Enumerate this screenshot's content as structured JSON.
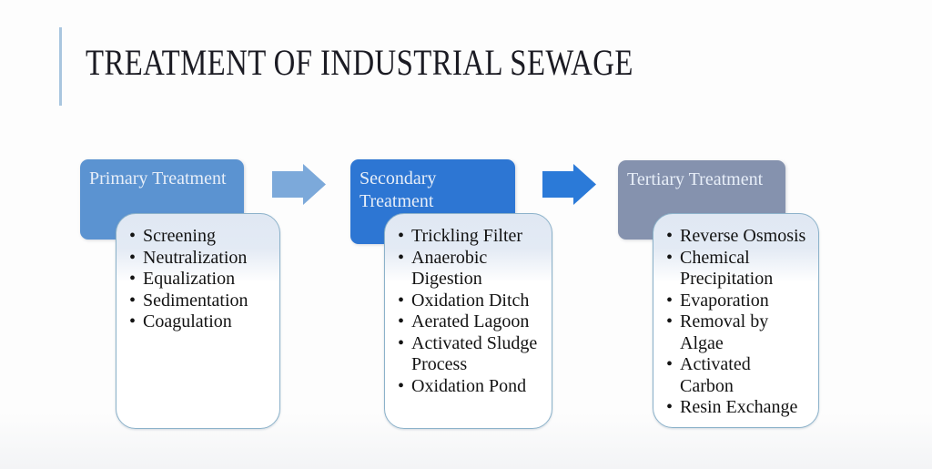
{
  "slide": {
    "title": "TREATMENT OF INDUSTRIAL SEWAGE",
    "title_color": "#1b1b23",
    "accent_line_color": "#a9c6df",
    "panel_border_color": "#8cb2ca"
  },
  "columns": [
    {
      "id": "primary",
      "header": {
        "label": "Primary Treatment",
        "color": "#5b93d1"
      },
      "items": [
        "Screening",
        "Neutralization",
        "Equalization",
        "Sedimentation",
        "Coagulation"
      ]
    },
    {
      "id": "secondary",
      "header": {
        "label": "Secondary\nTreatment",
        "color": "#2d76d3"
      },
      "items": [
        "Trickling Filter",
        "Anaerobic\nDigestion",
        "Oxidation Ditch",
        "Aerated Lagoon",
        "Activated Sludge\nProcess",
        "Oxidation Pond"
      ]
    },
    {
      "id": "tertiary",
      "header": {
        "label": "Tertiary Treatment",
        "color": "#8592ae"
      },
      "items": [
        "Reverse Osmosis",
        "Chemical\nPrecipitation",
        "Evaporation",
        "Removal by\nAlgae",
        "Activated\nCarbon",
        "Resin Exchange"
      ]
    }
  ],
  "arrows": [
    {
      "color": "#7ca9da"
    },
    {
      "color": "#2b7ad8"
    }
  ]
}
